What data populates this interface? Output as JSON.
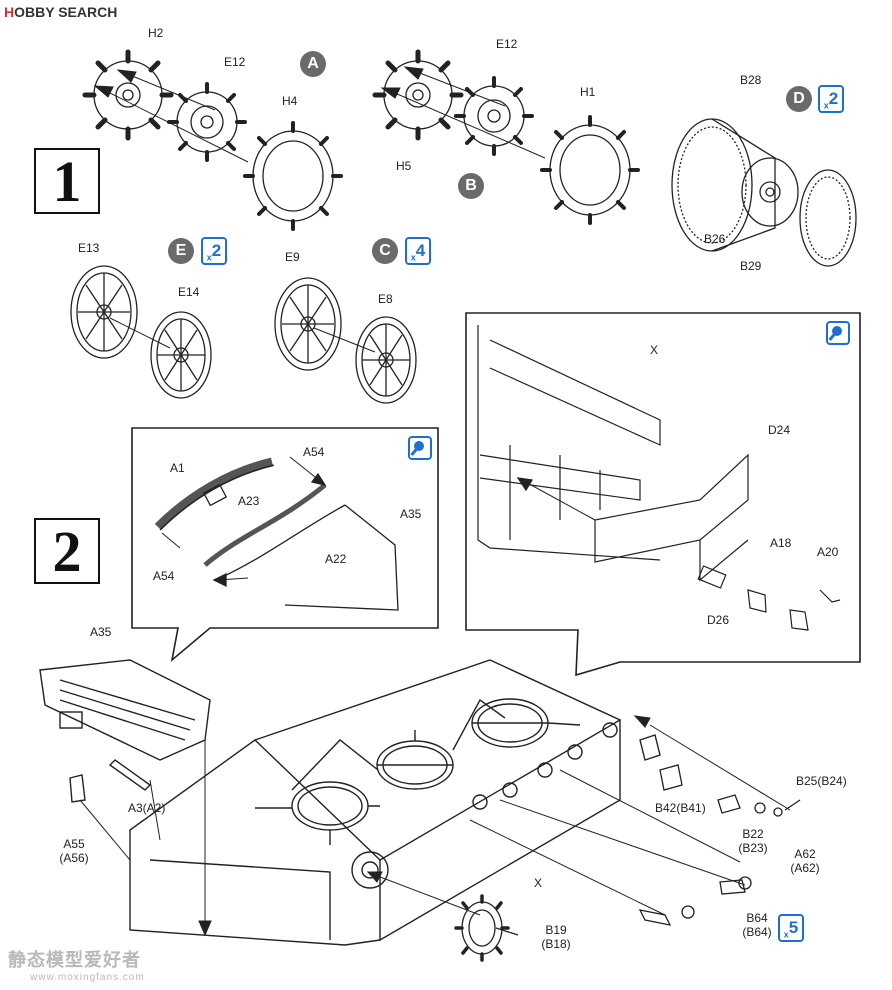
{
  "header": {
    "logo_mark": "H",
    "logo_text": "OBBY SEARCH"
  },
  "steps": {
    "step1": "1",
    "step2": "2"
  },
  "badges": {
    "a": "A",
    "b": "B",
    "c": "C",
    "d": "D",
    "e": "E"
  },
  "multipliers": {
    "d": "2",
    "e": "2",
    "c": "4",
    "b64": "5"
  },
  "labels": {
    "H2": "H2",
    "E12a": "E12",
    "H4": "H4",
    "E12b": "E12",
    "H1": "H1",
    "H5": "H5",
    "B28": "B28",
    "B26": "B26",
    "B29": "B29",
    "E13": "E13",
    "E14": "E14",
    "E9": "E9",
    "E8": "E8",
    "X1": "X",
    "D24": "D24",
    "A18": "A18",
    "A20": "A20",
    "D26": "D26",
    "A1": "A1",
    "A54a": "A54",
    "A23": "A23",
    "A35a": "A35",
    "A22": "A22",
    "A54b": "A54",
    "A35b": "A35",
    "A3": "A3(A2)",
    "A55": "A55",
    "A56": "(A56)",
    "B25": "B25(B24)",
    "B42": "B42(B41)",
    "B22": "B22",
    "B23": "(B23)",
    "A62": "A62",
    "A62b": "(A62)",
    "X2": "X",
    "B19": "B19",
    "B18": "(B18)",
    "B64": "B64",
    "B64b": "(B64)"
  },
  "watermark": {
    "line1": "静态模型爱好者",
    "line2": "www.moxingfans.com"
  },
  "icons": [
    "detail-pin-icon",
    "multiplier-icon"
  ]
}
